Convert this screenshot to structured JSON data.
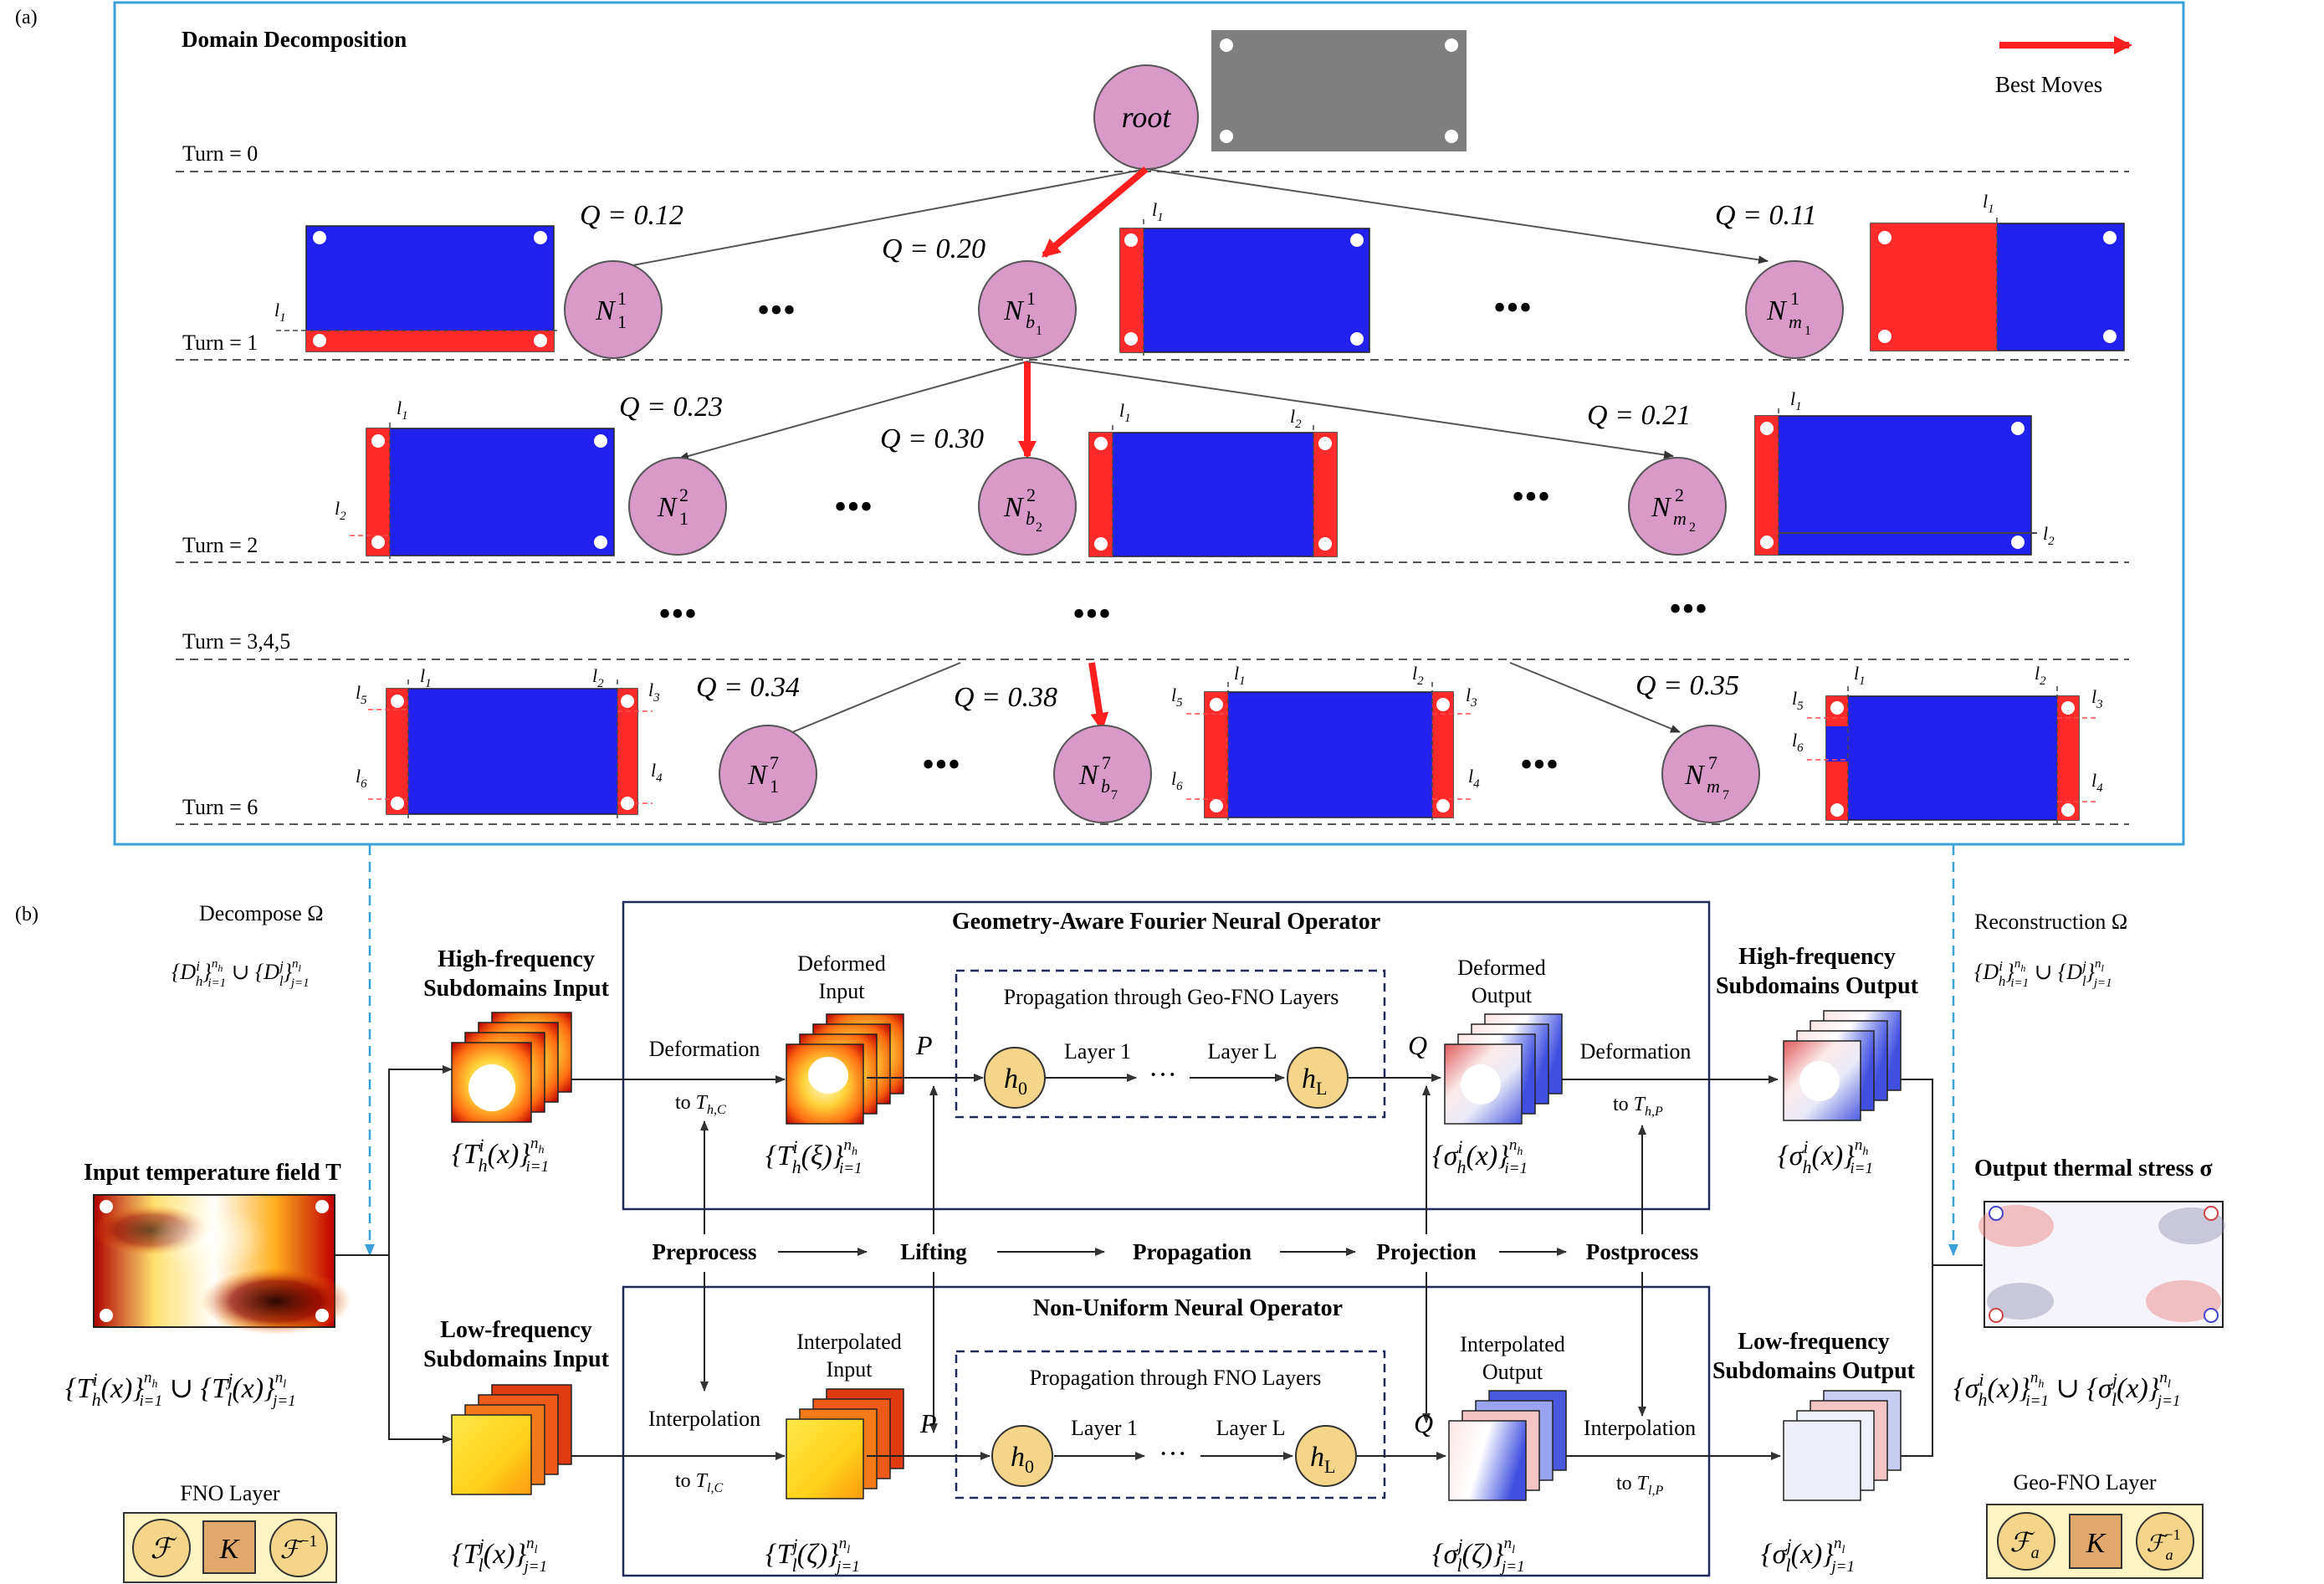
{
  "panel_a": {
    "label": "(a)",
    "title": "Domain Decomposition",
    "legend": "Best Moves",
    "root": "root",
    "turns": [
      "Turn = 0",
      "Turn = 1",
      "Turn = 2",
      "Turn = 3,4,5",
      "Turn = 6"
    ],
    "q_values": {
      "t1": [
        "Q = 0.12",
        "Q = 0.20",
        "Q = 0.11"
      ],
      "t2": [
        "Q = 0.23",
        "Q = 0.30",
        "Q = 0.21"
      ],
      "t6": [
        "Q = 0.34",
        "Q = 0.38",
        "Q = 0.35"
      ]
    },
    "nodes": {
      "t1": [
        {
          "base": "N",
          "sup": "1",
          "sub": "1"
        },
        {
          "base": "N",
          "sup": "1",
          "sub": "b",
          "subsub": "1"
        },
        {
          "base": "N",
          "sup": "1",
          "sub": "m",
          "subsub": "1"
        }
      ],
      "t2": [
        {
          "base": "N",
          "sup": "2",
          "sub": "1"
        },
        {
          "base": "N",
          "sup": "2",
          "sub": "b",
          "subsub": "2"
        },
        {
          "base": "N",
          "sup": "2",
          "sub": "m",
          "subsub": "2"
        }
      ],
      "t6": [
        {
          "base": "N",
          "sup": "7",
          "sub": "1"
        },
        {
          "base": "N",
          "sup": "7",
          "sub": "b",
          "subsub": "7"
        },
        {
          "base": "N",
          "sup": "7",
          "sub": "m",
          "subsub": "7"
        }
      ]
    },
    "line_labels": [
      "l1",
      "l2",
      "l3",
      "l4",
      "l5",
      "l6"
    ],
    "ellipsis": "•••"
  },
  "panel_b": {
    "label": "(b)",
    "decompose": "Decompose Ω",
    "reconstruction": "Reconstruction Ω",
    "input_field": "Input temperature field T",
    "output_field": "Output thermal stress σ",
    "high_in": [
      "High-frequency",
      "Subdomains Input"
    ],
    "low_in": [
      "Low-frequency",
      "Subdomains Input"
    ],
    "high_out": [
      "High-frequency",
      "Subdomains Output"
    ],
    "low_out": [
      "Low-frequency",
      "Subdomains Output"
    ],
    "geo_title": "Geometry-Aware Fourier Neural Operator",
    "nuno_title": "Non-Uniform Neural Operator",
    "geo_prop": "Propagation through Geo-FNO Layers",
    "fno_prop": "Propagation through FNO Layers",
    "deformed_input": [
      "Deformed",
      "Input"
    ],
    "deformed_output": [
      "Deformed",
      "Output"
    ],
    "interp_input": [
      "Interpolated",
      "Input"
    ],
    "interp_output": [
      "Interpolated",
      "Output"
    ],
    "deformation": "Deformation",
    "interpolation": "Interpolation",
    "layer1": "Layer 1",
    "layerL": "Layer L",
    "P": "P",
    "Q": "Q",
    "h0": "h0",
    "hL": "hL",
    "pipeline": [
      "Preprocess",
      "Lifting",
      "Propagation",
      "Projection",
      "Postprocess"
    ],
    "fno_layer": "FNO Layer",
    "geo_fno_layer": "Geo-FNO Layer",
    "K": "K"
  },
  "colors": {
    "frame_a": "#3aa0d8",
    "box_b": "#1f2a5a",
    "node_fill": "#d99ac9",
    "layer_fill": "#f5d58a",
    "blue": "#2222f0",
    "red": "#ff2a2a",
    "gray": "#7f7f7f",
    "k_fill": "#e0a86a",
    "layer_box": "#fff4c4"
  }
}
